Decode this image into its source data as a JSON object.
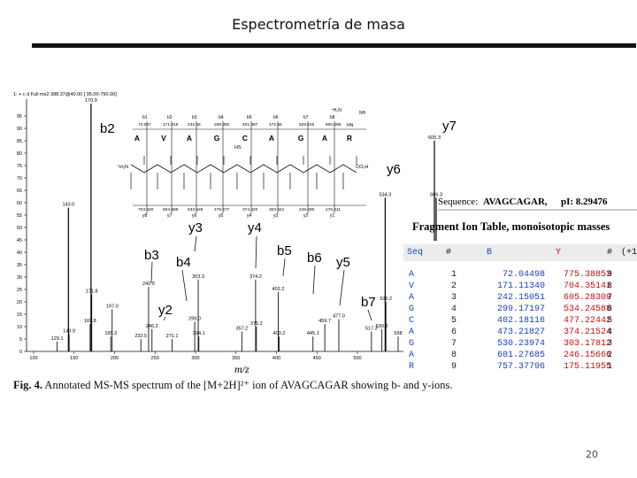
{
  "slide": {
    "title": "Espectrometría de masa",
    "page_number": "20"
  },
  "caption": {
    "fig_label": "Fig. 4.",
    "text": "Annotated MS-MS spectrum of the [M+2H]²⁺ ion of AVAGCAGAR showing b- and y-ions."
  },
  "spectrum": {
    "header": "1: + c d Full ms2 388.37@40.00 [ 95.00-790.00]",
    "xlabel": "m/z",
    "residues": [
      "A",
      "V",
      "A",
      "G",
      "C",
      "A",
      "G",
      "A",
      "R"
    ],
    "b_labels": [
      "b2",
      "b3",
      "b4",
      "b5",
      "b6",
      "b7"
    ],
    "y_labels": [
      "y2",
      "y3",
      "y4",
      "y5",
      "y6",
      "y7"
    ],
    "hs_label": "HS",
    "h3n_label": "⁺H₃N",
    "terminal_group": "CO₂H",
    "side_labels": [
      "NH",
      "HN",
      "⁺H₂N"
    ]
  },
  "chart_data": {
    "type": "bar",
    "xlim": [
      100,
      650
    ],
    "ylim": [
      0,
      100
    ],
    "xticks": [
      100,
      150,
      200,
      250,
      300,
      350,
      400,
      450,
      500
    ],
    "yticks": [
      0,
      5,
      10,
      15,
      20,
      25,
      30,
      35,
      40,
      45,
      50,
      55,
      60,
      65,
      70,
      75,
      80,
      85,
      90,
      95
    ],
    "peaks": [
      {
        "mz": 129.1,
        "intensity": 4,
        "label": "129.1"
      },
      {
        "mz": 143.0,
        "intensity": 58,
        "label": "143.0"
      },
      {
        "mz": 143.9,
        "intensity": 7,
        "label": "143.9"
      },
      {
        "mz": 169.8,
        "intensity": 11,
        "label": "169.8"
      },
      {
        "mz": 170.9,
        "intensity": 100,
        "label": "170.9"
      },
      {
        "mz": 171.8,
        "intensity": 23,
        "label": "171.8"
      },
      {
        "mz": 195.3,
        "intensity": 6,
        "label": "195.3"
      },
      {
        "mz": 197.0,
        "intensity": 17,
        "label": "197.0"
      },
      {
        "mz": 232.5,
        "intensity": 5,
        "label": "232.5"
      },
      {
        "mz": 242.0,
        "intensity": 26,
        "label": "242.0"
      },
      {
        "mz": 246.2,
        "intensity": 9,
        "label": "246.2"
      },
      {
        "mz": 271.1,
        "intensity": 5,
        "label": "271.1"
      },
      {
        "mz": 299.0,
        "intensity": 12,
        "label": "299.0"
      },
      {
        "mz": 303.3,
        "intensity": 29,
        "label": "303.3"
      },
      {
        "mz": 304.1,
        "intensity": 6,
        "label": "304.1"
      },
      {
        "mz": 357.2,
        "intensity": 8,
        "label": "357.2"
      },
      {
        "mz": 374.2,
        "intensity": 29,
        "label": "374.2"
      },
      {
        "mz": 375.2,
        "intensity": 10,
        "label": "375.2"
      },
      {
        "mz": 402.2,
        "intensity": 24,
        "label": "402.2"
      },
      {
        "mz": 403.2,
        "intensity": 6,
        "label": "403.2"
      },
      {
        "mz": 445.1,
        "intensity": 6,
        "label": "445.1"
      },
      {
        "mz": 459.7,
        "intensity": 11,
        "label": "459.7"
      },
      {
        "mz": 477.0,
        "intensity": 13,
        "label": "477.0"
      },
      {
        "mz": 517.3,
        "intensity": 8,
        "label": "517.3"
      },
      {
        "mz": 530.2,
        "intensity": 9,
        "label": "530.2"
      },
      {
        "mz": 534.3,
        "intensity": 62,
        "label": "534.3"
      },
      {
        "mz": 535.2,
        "intensity": 20,
        "label": "535.2"
      },
      {
        "mz": 558.0,
        "intensity": 6,
        "label": "558"
      },
      {
        "mz": 605.3,
        "intensity": 85,
        "label": "605.3"
      },
      {
        "mz": 606.3,
        "intensity": 62,
        "label": "606.3"
      }
    ]
  },
  "structure": {
    "b_masses": [
      "72.087",
      "171.219",
      "242.56",
      "299.350",
      "401.487",
      "472.56",
      "529.616",
      "600.696"
    ],
    "y_masses": [
      "703.520",
      "604.588",
      "533.629",
      "476.577",
      "374.420",
      "303.341",
      "246.290",
      "175.211"
    ],
    "b_index_labels": [
      "b1",
      "b2",
      "b3",
      "b4",
      "b5",
      "b6",
      "b7",
      "b8"
    ],
    "y_index_labels": [
      "y8",
      "y7",
      "y6",
      "y5",
      "y4",
      "y3",
      "y2",
      "y1"
    ]
  },
  "sequence_info": {
    "sequence_label": "Sequence:",
    "sequence": "AVAGCAGAR,",
    "pi_label": "pI: 8.29476"
  },
  "fragment_table": {
    "title": "Fragment Ion Table, monoisotopic masses",
    "headers": [
      "Seq",
      "#",
      "B",
      "Y",
      "#",
      "(+1"
    ],
    "rows": [
      [
        "A",
        "1",
        "72.04498",
        "775.38853",
        "9"
      ],
      [
        "V",
        "2",
        "171.11340",
        "704.35141",
        "8"
      ],
      [
        "A",
        "3",
        "242.15051",
        "605.28300",
        "7"
      ],
      [
        "G",
        "4",
        "299.17197",
        "534.24588",
        "6"
      ],
      [
        "C",
        "5",
        "402.18116",
        "477.22442",
        "5"
      ],
      [
        "A",
        "6",
        "473.21827",
        "374.21524",
        "4"
      ],
      [
        "G",
        "7",
        "530.23974",
        "303.17812",
        "3"
      ],
      [
        "A",
        "8",
        "601.27685",
        "246.15666",
        "2"
      ],
      [
        "R",
        "9",
        "757.37796",
        "175.11955",
        "1"
      ]
    ]
  },
  "colors": {
    "ink": "#111111",
    "b_ion": "#1a3fbf",
    "y_ion": "#d01010"
  }
}
